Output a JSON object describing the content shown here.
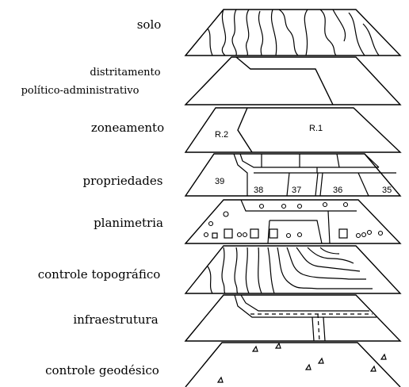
{
  "layers": [
    {
      "name": "solo",
      "label_lines": [
        "solo"
      ]
    },
    {
      "name": "distritamento",
      "label_lines": [
        "distritamento",
        "político-administrativo"
      ]
    },
    {
      "name": "zoneamento",
      "label_lines": [
        "zoneamento"
      ],
      "zones": [
        "R.2",
        "R.1"
      ]
    },
    {
      "name": "propriedades",
      "label_lines": [
        "propriedades"
      ],
      "parcels": [
        "39",
        "38",
        "37",
        "36",
        "35"
      ]
    },
    {
      "name": "planimetria",
      "label_lines": [
        "planimetria"
      ]
    },
    {
      "name": "controle-topografico",
      "label_lines": [
        "controle topográfico"
      ]
    },
    {
      "name": "infraestrutura",
      "label_lines": [
        "infraestrutura"
      ]
    },
    {
      "name": "controle-geodesico",
      "label_lines": [
        "controle geodésico"
      ]
    }
  ],
  "colors": {
    "ink": "#000000",
    "background": "#ffffff"
  }
}
